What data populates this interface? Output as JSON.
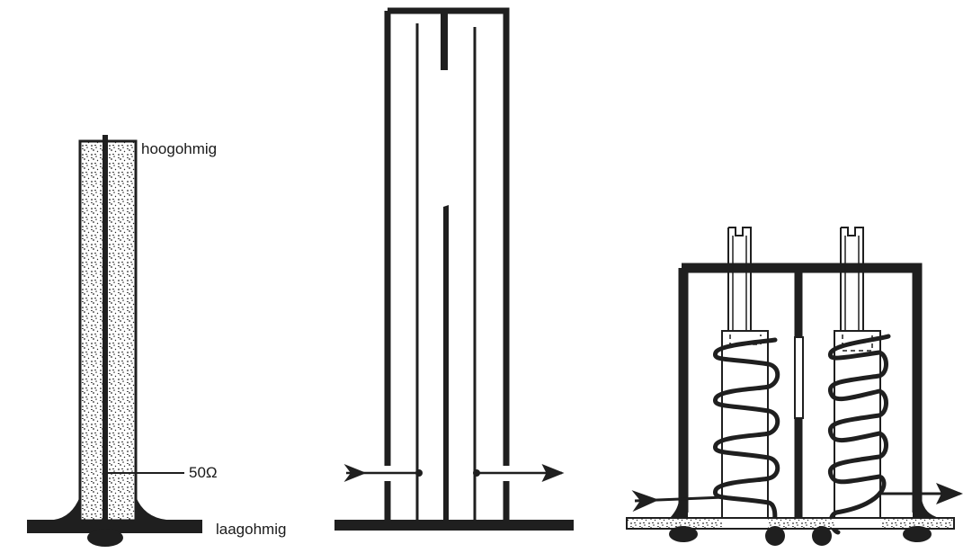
{
  "figures": [
    {
      "id": "coax-transformer",
      "labels": {
        "top": "hoogohmig",
        "tap": "50Ω",
        "bottom": "laagohmig"
      }
    },
    {
      "id": "interdigital-filter",
      "labels": {}
    },
    {
      "id": "helical-resonator-filter",
      "labels": {}
    }
  ],
  "colors": {
    "ink": "#1f1f1f",
    "paper": "#ffffff",
    "dielectric_dots": "#2a2a2a"
  }
}
